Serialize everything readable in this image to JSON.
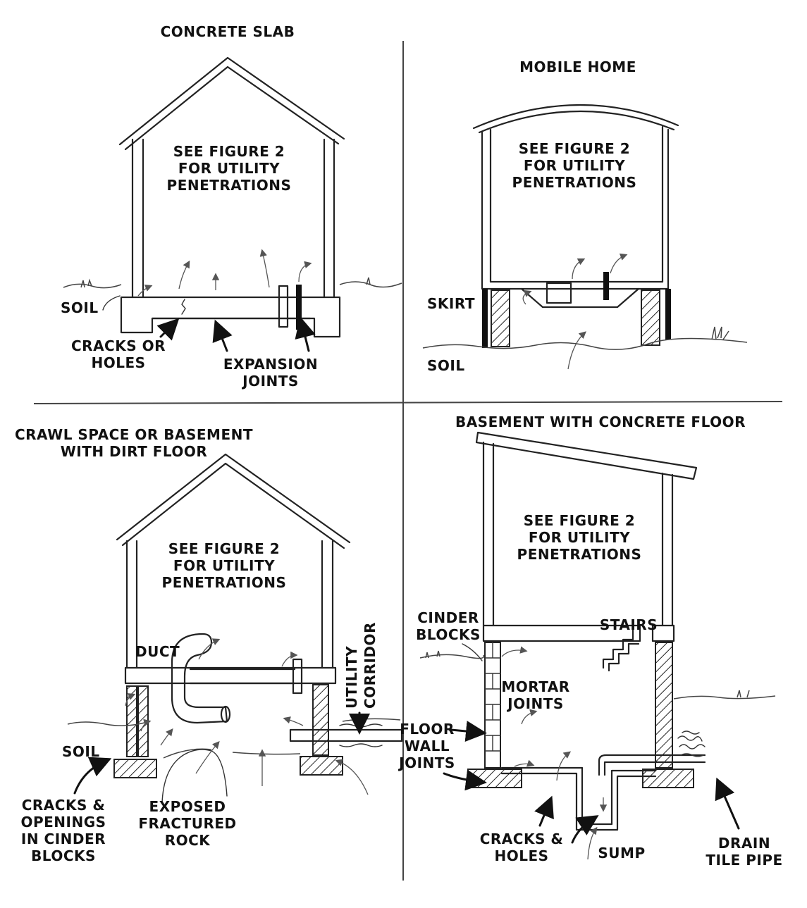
{
  "panels": {
    "slab": {
      "title": "CONCRETE SLAB",
      "note": [
        "SEE FIGURE 2",
        "FOR UTILITY",
        "PENETRATIONS"
      ],
      "soil": "SOIL",
      "cracks": [
        "CRACKS OR",
        "HOLES"
      ],
      "joints": [
        "EXPANSION",
        "JOINTS"
      ]
    },
    "mobile": {
      "title": "MOBILE HOME",
      "note": [
        "SEE FIGURE 2",
        "FOR UTILITY",
        "PENETRATIONS"
      ],
      "skirt": "SKIRT",
      "soil": "SOIL"
    },
    "crawl": {
      "title": [
        "CRAWL SPACE OR BASEMENT",
        "WITH DIRT FLOOR"
      ],
      "note": [
        "SEE FIGURE 2",
        "FOR UTILITY",
        "PENETRATIONS"
      ],
      "duct": "DUCT",
      "utility": [
        "UTILITY",
        "CORRIDOR"
      ],
      "soil": "SOIL",
      "cracks": [
        "CRACKS &",
        "OPENINGS",
        "IN CINDER",
        "BLOCKS"
      ],
      "rock": [
        "EXPOSED",
        "FRACTURED",
        "ROCK"
      ]
    },
    "basement": {
      "title": "BASEMENT WITH CONCRETE FLOOR",
      "note": [
        "SEE FIGURE 2",
        "FOR UTILITY",
        "PENETRATIONS"
      ],
      "cinder": [
        "CINDER",
        "BLOCKS"
      ],
      "stairs": "STAIRS",
      "mortar": [
        "MORTAR",
        "JOINTS"
      ],
      "floorwall": [
        "FLOOR",
        "WALL",
        "JOINTS"
      ],
      "cracks": [
        "CRACKS &",
        "HOLES"
      ],
      "sump": "SUMP",
      "drain": [
        "DRAIN",
        "TILE PIPE"
      ]
    }
  }
}
